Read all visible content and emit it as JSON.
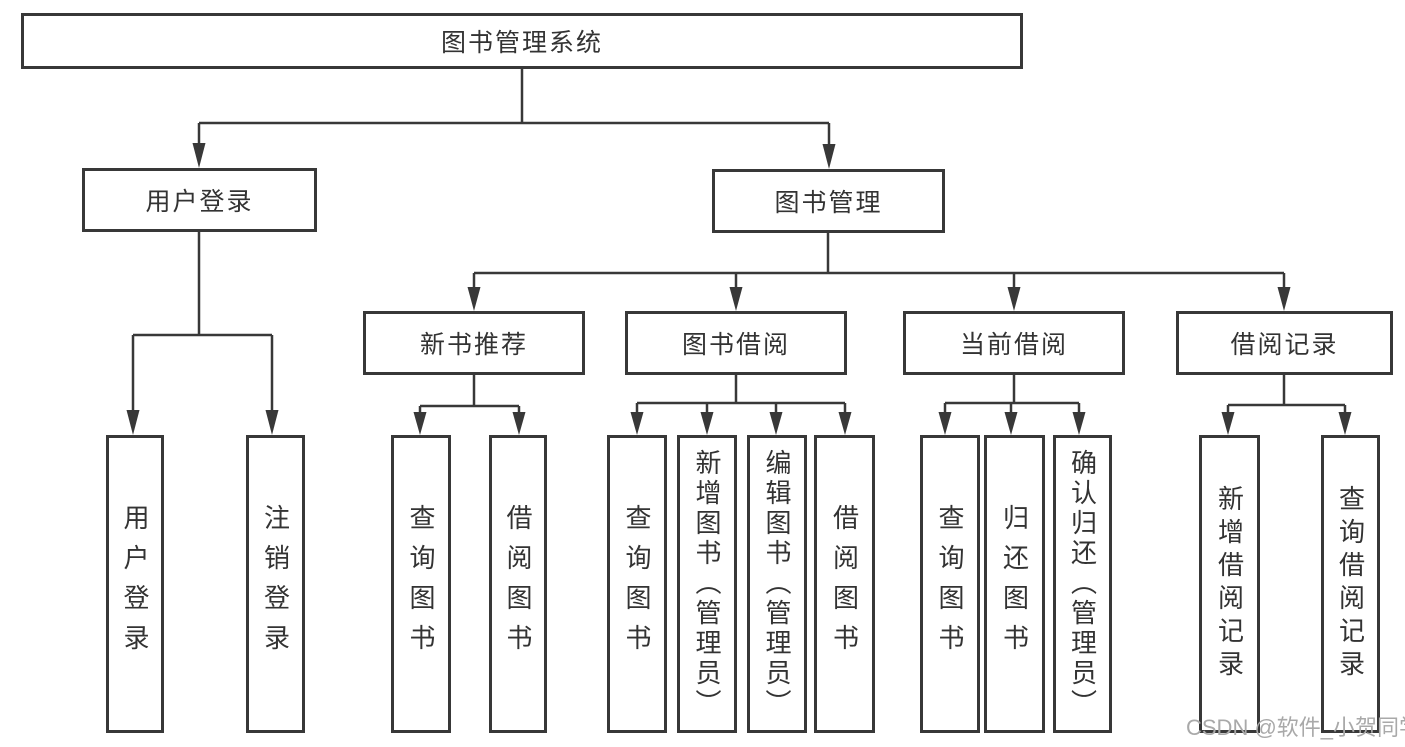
{
  "diagram": {
    "root": {
      "label": "图书管理系统"
    },
    "level2": [
      {
        "label": "用户登录"
      },
      {
        "label": "图书管理"
      }
    ],
    "level3": [
      {
        "label": "新书推荐"
      },
      {
        "label": "图书借阅"
      },
      {
        "label": "当前借阅"
      },
      {
        "label": "借阅记录"
      }
    ],
    "leaves": [
      {
        "label": "用户登录"
      },
      {
        "label": "注销登录"
      },
      {
        "label": "查询图书"
      },
      {
        "label": "借阅图书"
      },
      {
        "label": "查询图书"
      },
      {
        "label": "新增图书（管理员）"
      },
      {
        "label": "编辑图书（管理员）"
      },
      {
        "label": "借阅图书"
      },
      {
        "label": "查询图书"
      },
      {
        "label": "归还图书"
      },
      {
        "label": "确认归还（管理员）"
      },
      {
        "label": "新增借阅记录"
      },
      {
        "label": "查询借阅记录"
      }
    ],
    "watermark": "CSDN @软件_小贺同学",
    "colors": {
      "line": "#383838",
      "text": "#333333",
      "background": "#ffffff",
      "watermark": "#a9a9a9"
    }
  }
}
